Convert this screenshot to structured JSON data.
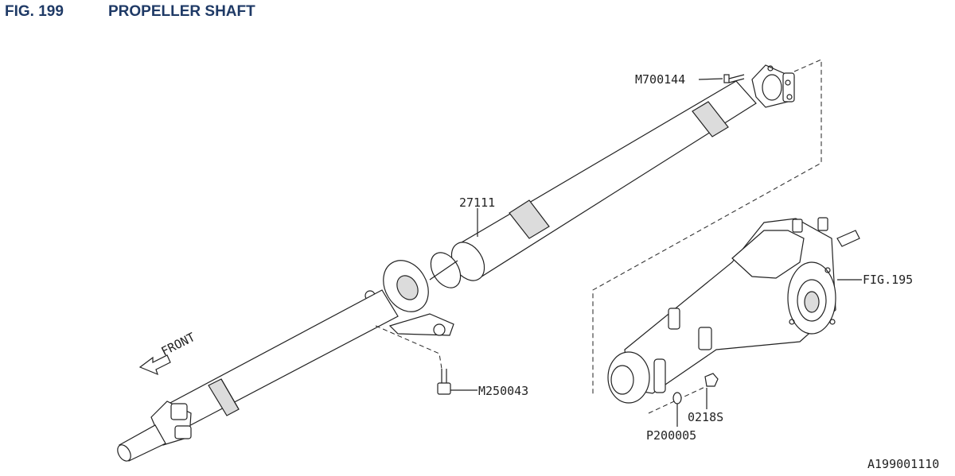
{
  "header": {
    "figure_number": "FIG. 199",
    "title": "PROPELLER SHAFT"
  },
  "callouts": {
    "bolt_top": "M700144",
    "shaft": "27111",
    "differential_ref": "FIG.195",
    "bolt_bearing": "M250043",
    "nut": "0218S",
    "washer": "P200005",
    "front_arrow": "FRONT"
  },
  "footer": {
    "drawing_code": "A199001110"
  }
}
